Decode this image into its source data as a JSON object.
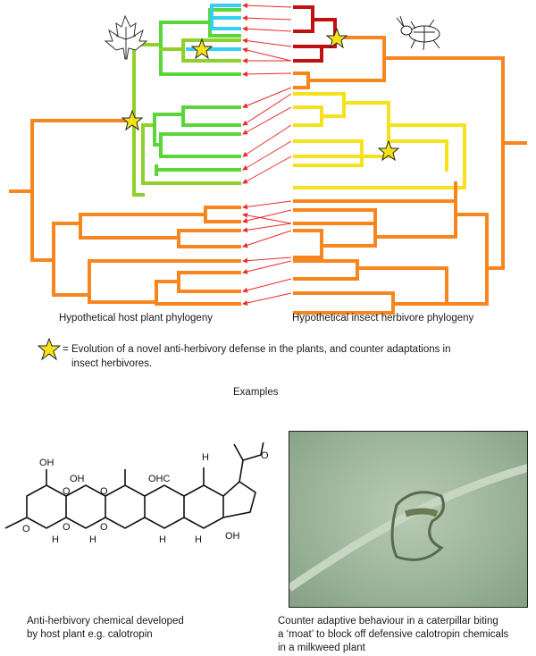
{
  "labels": {
    "plant_phylogeny": "Hypothetical host plant phylogeny",
    "insect_phylogeny": "Hypothetical insect herbivore phylogeny",
    "star_legend_eq": "=",
    "star_legend_line1": "Evolution of a novel anti-herbivory defense in the plants, and counter adaptations in",
    "star_legend_line2": "insect herbivores.",
    "examples": "Examples"
  },
  "chemistry": {
    "groups": [
      "OH",
      "OH",
      "OHC",
      "H",
      "H",
      "H",
      "OH",
      "H",
      "H",
      "O",
      "O",
      "O",
      "O",
      "O",
      "O"
    ]
  },
  "captions": {
    "left_line1": "Anti-herbivory chemical developed",
    "left_line2": "by host plant e.g. calotropin",
    "right_line1": "Counter adaptive behaviour in a caterpillar biting",
    "right_line2": "a ‘moat’ to block off defensive calotropin chemicals",
    "right_line3": "in a milkweed plant"
  },
  "colors": {
    "orange": "#f7861f",
    "green": "#8fd12a",
    "lightgreen": "#59d63a",
    "cyan": "#35d0f0",
    "red": "#c01010",
    "yellow": "#f6e21a",
    "arrow": "#ec2a2a",
    "examples_arrow": "#5ac8ec"
  },
  "icons": [
    "maple-leaf-icon",
    "beetle-icon",
    "star-icon"
  ]
}
